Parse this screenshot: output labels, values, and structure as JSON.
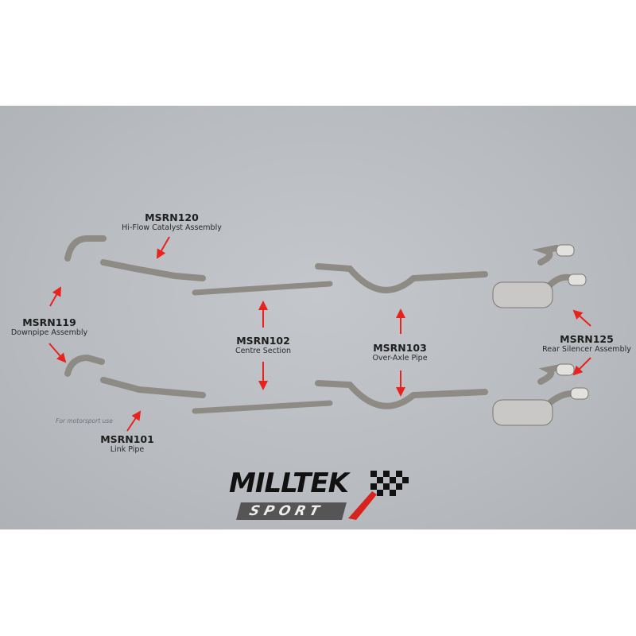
{
  "parts": [
    {
      "code": "MSRN120",
      "description": "Hi-Flow Catalyst Assembly"
    },
    {
      "code": "MSRN119",
      "description": "Downpipe Assembly"
    },
    {
      "code": "MSRN102",
      "description": "Centre Section"
    },
    {
      "code": "MSRN103",
      "description": "Over-Axle Pipe"
    },
    {
      "code": "MSRN125",
      "description": "Rear Silencer Assembly"
    },
    {
      "code": "MSRN101",
      "description": "Link Pipe"
    }
  ],
  "note": "For motorsport use",
  "logo": {
    "main": "MILLTEK",
    "sub": "SPORT"
  },
  "colors": {
    "arrow": "#e8231e",
    "background": "#b9bcc1"
  }
}
